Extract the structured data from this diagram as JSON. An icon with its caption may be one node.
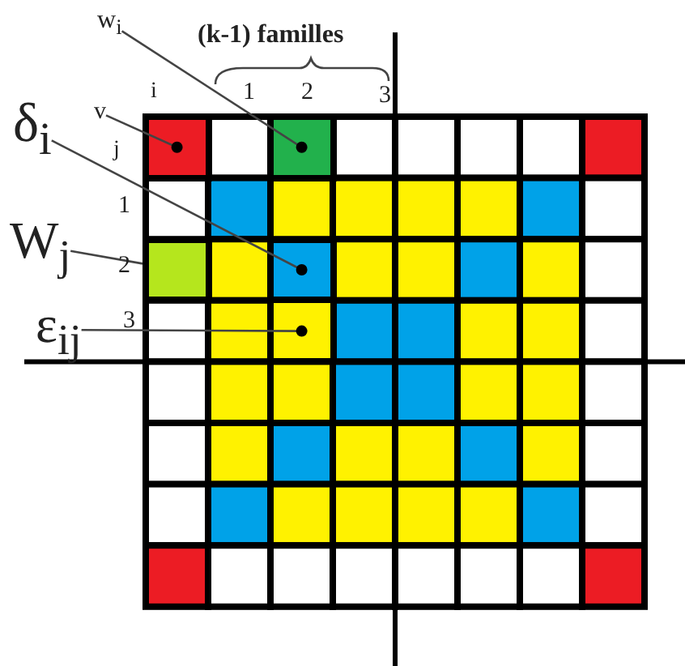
{
  "diagram": {
    "nodes": [
      {
        "text": [
          "w$_{i}$"
        ]
      },
      {
        "text": [
          "v"
        ]
      },
      {
        "text": [
          "δ$_{i}$"
        ]
      },
      {
        "text": [
          "W$_{j}$"
        ]
      },
      {
        "text": [
          "ε$_{ij}$"
        ]
      },
      {
        "text": [],
        "shape": "box"
      },
      {
        "text": [],
        "shape": "box"
      },
      {
        "text": [],
        "shape": "box"
      },
      {
        "text": [],
        "shape": "box"
      },
      {
        "text": [],
        "shape": "box"
      }
    ],
    "edges": [
      {
        "from": 0,
        "to": 6,
        "arrow": "other"
      },
      {
        "from": 1,
        "to": 5,
        "arrow": "other"
      },
      {
        "from": 2,
        "to": 8,
        "arrow": "other"
      },
      {
        "from": 3,
        "to": 7,
        "arrow": "none"
      },
      {
        "from": 4,
        "to": 9,
        "arrow": "other"
      }
    ],
    "labels": [
      "(k-1) familles",
      "i",
      "1",
      "2",
      "3",
      "j",
      "1",
      "2",
      "3"
    ]
  }
}
